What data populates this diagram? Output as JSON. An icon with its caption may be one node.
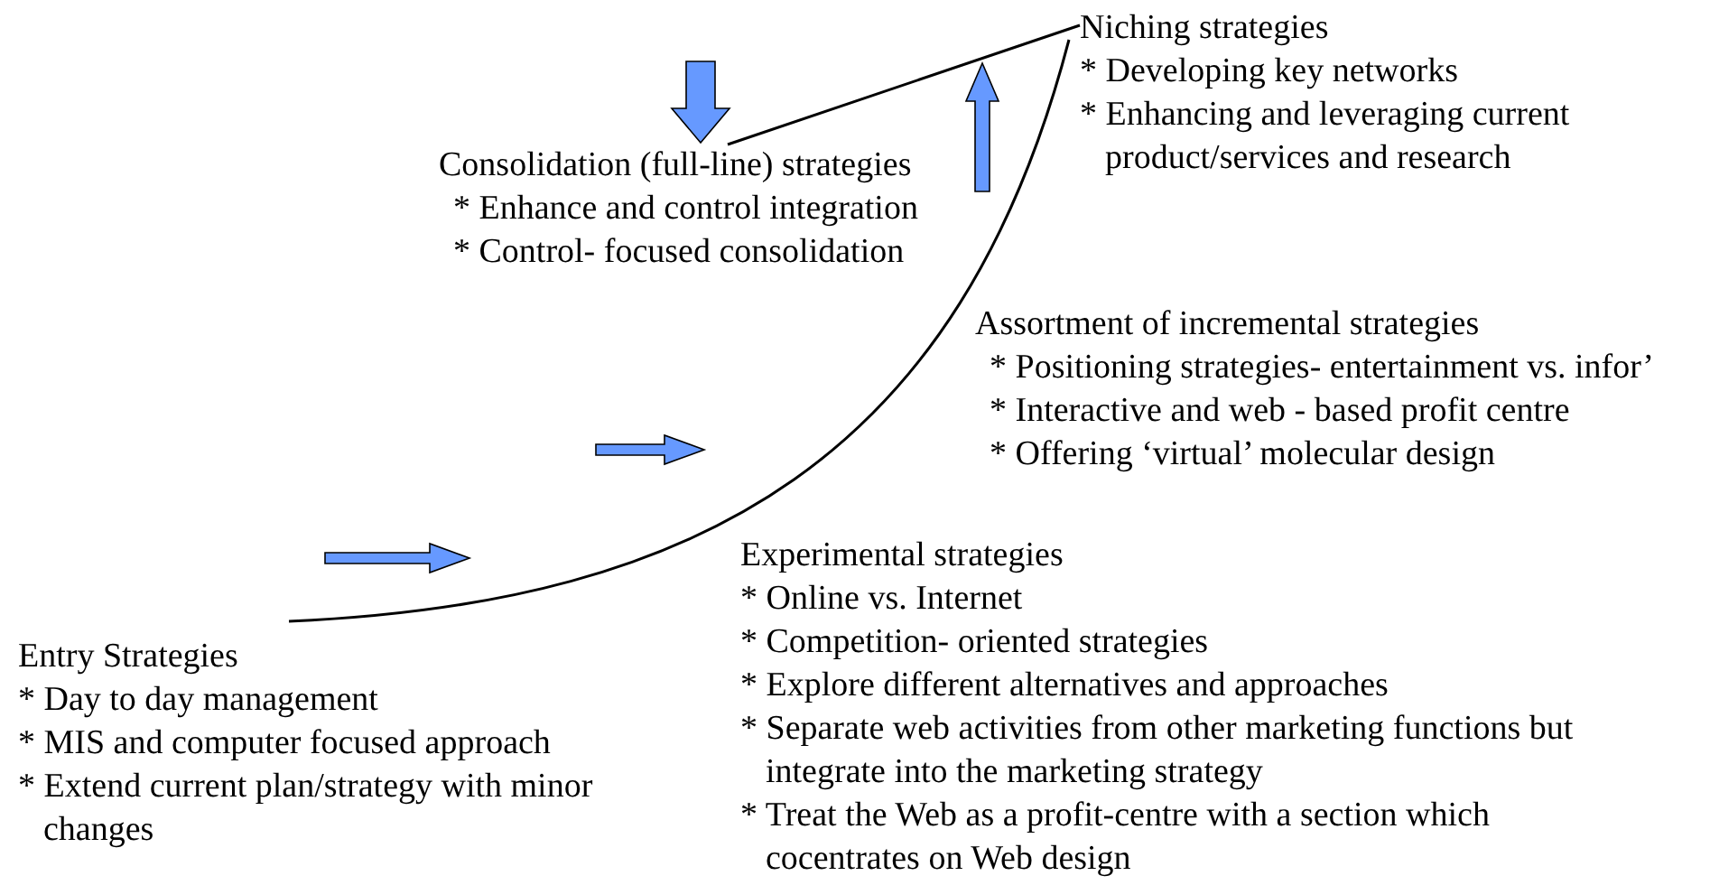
{
  "diagram": {
    "nodes": [
      {
        "text": [
          "Niching strategies",
          "* Developing key networks",
          "* Enhancing and leveraging current product/services and research"
        ]
      },
      {
        "text": [
          "Consolidation (full-line) strategies",
          "* Enhance and control integration",
          "* Control- focused consolidation"
        ]
      },
      {
        "text": [
          "Assortment of incremental strategies",
          "* Positioning strategies- entertainment vs. infor’",
          "* Interactive and web - based profit centre",
          "* Offering ‘virtual’ molecular design"
        ]
      },
      {
        "text": [
          "Experimental strategies",
          "* Online vs. Internet",
          "* Competition- oriented strategies",
          "* Explore different alternatives and approaches",
          "* Separate web activities from other marketing functions but integrate into the marketing strategy",
          "* Treat the Web as a profit-centre with a section which cocentrates on Web design"
        ]
      },
      {
        "text": [
          "Entry Strategies",
          "* Day to day management",
          "* MIS and computer focused approach",
          "* Extend current plan/strategy with minor changes"
        ]
      }
    ],
    "edges": [
      {
        "from": 1,
        "to": 0,
        "arrow": "none"
      },
      {
        "from": 4,
        "to": 0,
        "arrow": "none"
      }
    ]
  }
}
